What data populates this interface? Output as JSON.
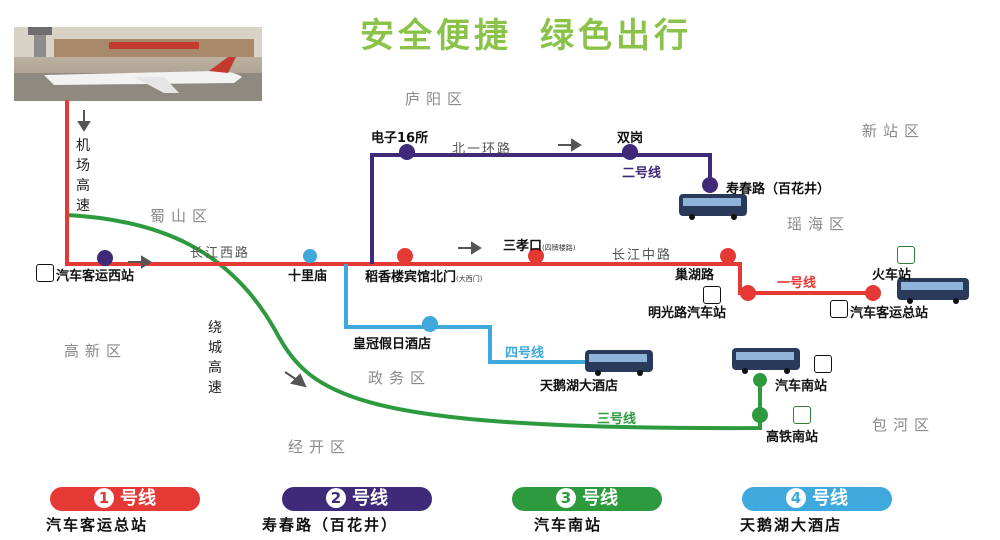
{
  "header": {
    "part1": "安全便捷",
    "part2": "绿色出行"
  },
  "districts": {
    "luyang": "庐阳区",
    "xinzhan": "新站区",
    "shushan": "蜀山区",
    "yaohai": "瑶海区",
    "gaoxin": "高新区",
    "zhengwu": "政务区",
    "baohe": "包河区",
    "jingkai": "经开区"
  },
  "roads": {
    "airport_expressway": "机场高速",
    "beiyihuan": "北一环路",
    "changjiang_xi": "长江西路",
    "changjiang_zhong": "长江中路",
    "raocheng": "绕城高速"
  },
  "stations": {
    "qiche_kexi": "汽车客运西站",
    "shilimiao": "十里庙",
    "daoxianglou": "稻香楼宾馆北门",
    "daoxianglou_sub": "(大西门)",
    "sanxiaokou": "三孝口",
    "sanxiaokou_sub": "(四牌楼路)",
    "chaohu_lu": "巢湖路",
    "huochezhan": "火车站",
    "mingguang": "明光路汽车站",
    "qiche_kezong": "汽车客运总站",
    "dianzi16": "电子16所",
    "shuanggang": "双岗",
    "shouchun": "寿春路（百花井）",
    "huangguan": "皇冠假日酒店",
    "tianehu": "天鹅湖大酒店",
    "qiche_nan": "汽车南站",
    "gaotie_nan": "高铁南站"
  },
  "line_labels": {
    "line1": "一号线",
    "line2": "二号线",
    "line3": "三号线",
    "line4": "四号线"
  },
  "legend": [
    {
      "num": "1",
      "label": "号线",
      "dest": "汽车客运总站",
      "color": "#e53935"
    },
    {
      "num": "2",
      "label": "号线",
      "dest": "寿春路（百花井）",
      "color": "#3f2a7a"
    },
    {
      "num": "3",
      "label": "号线",
      "dest": "汽车南站",
      "color": "#2e9a3e"
    },
    {
      "num": "4",
      "label": "号线",
      "dest": "天鹅湖大酒店",
      "color": "#3fa9dd"
    }
  ],
  "colors": {
    "line1": "#e53935",
    "line2": "#3f2a7a",
    "line3": "#2e9a3e",
    "line4": "#3fa9dd",
    "header": "#8bc34a"
  },
  "icons": {
    "bus_station": "bus-station-icon",
    "railway": "railway-station-icon",
    "bus": "shuttle-bus-icon",
    "airport": "airport-photo"
  }
}
